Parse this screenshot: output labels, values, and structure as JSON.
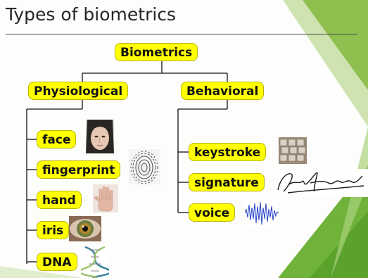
{
  "slide": {
    "title": "Types of biometrics"
  },
  "diagram": {
    "root": "Biometrics",
    "categories": [
      {
        "label": "Physiological",
        "items": [
          "face",
          "fingerprint",
          "hand",
          "iris",
          "DNA"
        ]
      },
      {
        "label": "Behavioral",
        "items": [
          "keystroke",
          "signature",
          "voice"
        ]
      }
    ],
    "colors": {
      "node": "#ffff00",
      "node_border": "#b9b400",
      "accent_green": "#7cc243",
      "line": "#111111"
    },
    "images": {
      "face": "face-photo",
      "fingerprint": "fingerprint-image",
      "hand": "hand-photo",
      "iris": "iris-photo",
      "DNA": "dna-helix-image",
      "keystroke": "keyboard-photo",
      "signature": "handwritten-signature",
      "voice": "voice-waveform"
    }
  }
}
